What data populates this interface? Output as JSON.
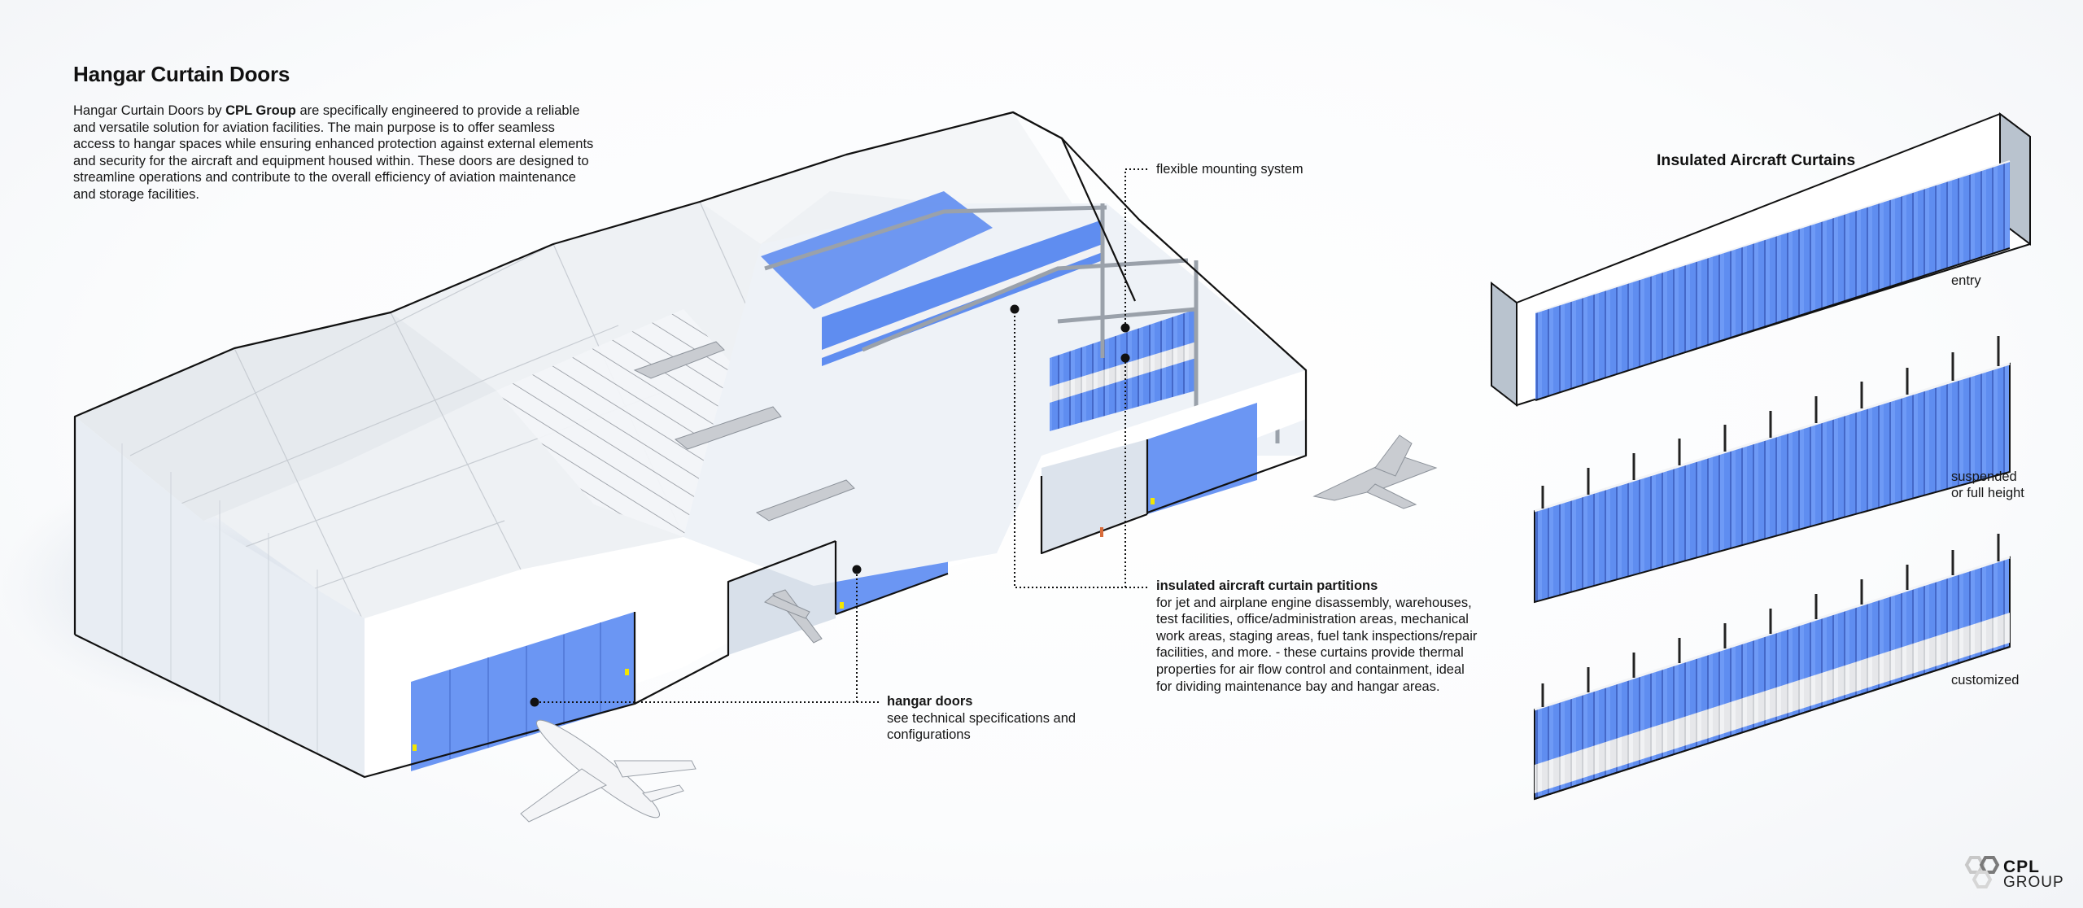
{
  "header": {
    "title": "Hangar Curtain Doors",
    "intro_prefix": "Hangar Curtain Doors by ",
    "intro_brand": "CPL Group",
    "intro_suffix": " are specifically engineered to provide a reliable and versatile solution for aviation facilities. The main purpose is to offer seamless access to hangar spaces while ensuring enhanced protection against external elements and security for the aircraft and equipment housed within. These doors are designed to streamline operations and contribute to the overall efficiency of aviation maintenance and storage facilities."
  },
  "callouts": {
    "mounting": {
      "title": "flexible mounting system"
    },
    "partitions": {
      "title": "insulated aircraft curtain partitions",
      "body": "for jet and airplane engine disassembly, warehouses, test facilities, office/administration areas, mechanical work areas, staging areas, fuel tank inspections/repair facilities, and more. - these curtains provide thermal properties for air flow control and containment, ideal for dividing maintenance bay and hangar areas."
    },
    "doors": {
      "title": "hangar doors",
      "body": "see technical specifications and configurations"
    }
  },
  "curtains_panel": {
    "title": "Insulated Aircraft Curtains",
    "variants": [
      {
        "label": "entry"
      },
      {
        "label": "suspended\nor full height",
        "line1": "suspended",
        "line2": "or full height"
      },
      {
        "label": "customized"
      }
    ]
  },
  "logo": {
    "line1": "CPL",
    "line2": "GROUP"
  },
  "colors": {
    "curtain_blue": "#5f8df0",
    "curtain_blue_dark": "#4a74d8",
    "wall_white": "#ffffff",
    "roof_gray": "#e9ecef",
    "outline": "#111111",
    "stripe_white": "#e9eaec",
    "door_marker": "#f2e600"
  }
}
